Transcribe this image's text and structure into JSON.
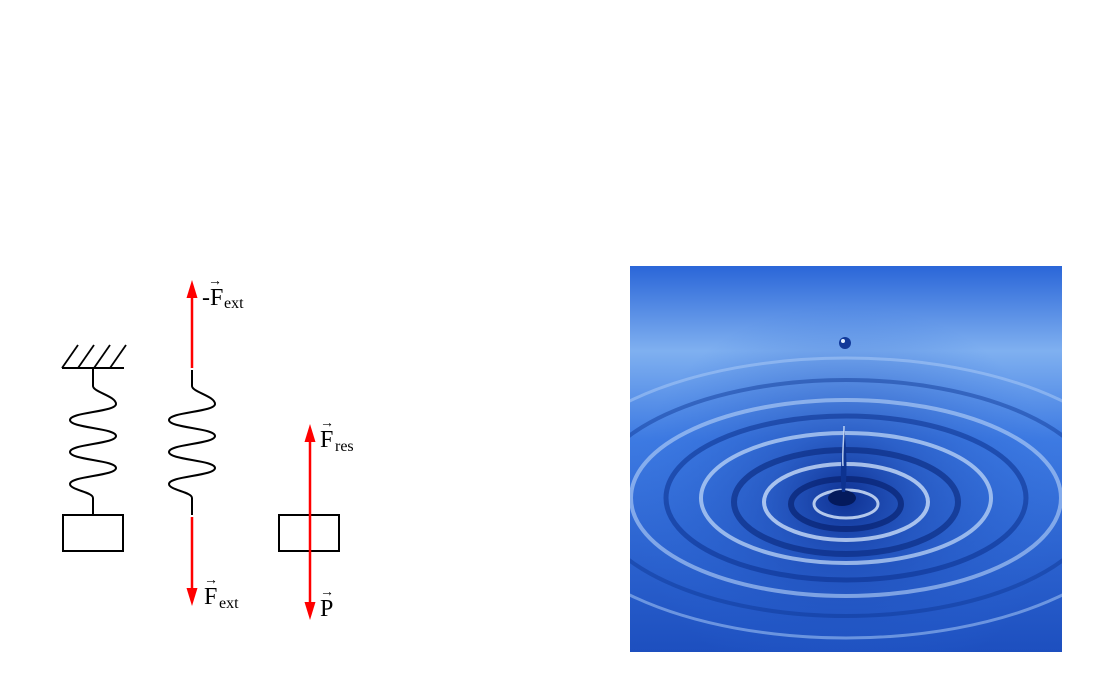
{
  "diagram": {
    "labels": {
      "neg_f_ext": {
        "main": "-F",
        "sub": "ext",
        "arrow": "→"
      },
      "f_ext": {
        "main": "F",
        "sub": "ext",
        "arrow": "→"
      },
      "f_res": {
        "main": "F",
        "sub": "res",
        "arrow": "→"
      },
      "p": {
        "main": "P",
        "arrow": "→"
      }
    },
    "colors": {
      "force": "#ff0000",
      "line": "#000000"
    }
  },
  "photo": {
    "subject": "water-drop-ripples",
    "colors": {
      "light": "#7fb0f0",
      "mid": "#2f6ede",
      "dark": "#0a2a8a"
    }
  }
}
